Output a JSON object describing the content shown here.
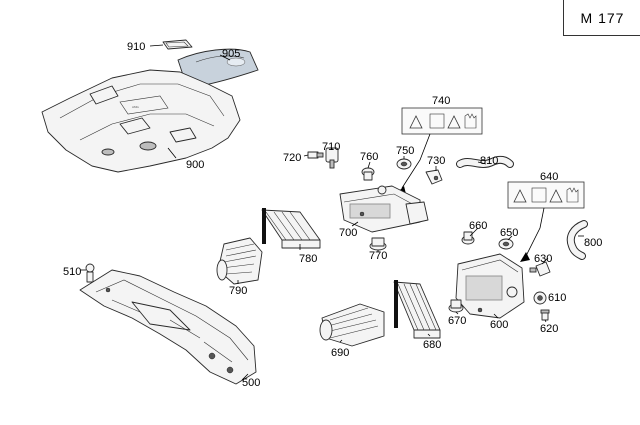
{
  "diagram": {
    "group_code": "M 177",
    "callouts": [
      {
        "id": "p910",
        "label": "910"
      },
      {
        "id": "p905",
        "label": "905"
      },
      {
        "id": "p900",
        "label": "900"
      },
      {
        "id": "p720",
        "label": "720"
      },
      {
        "id": "p710",
        "label": "710"
      },
      {
        "id": "p760",
        "label": "760"
      },
      {
        "id": "p750",
        "label": "750"
      },
      {
        "id": "p740",
        "label": "740"
      },
      {
        "id": "p730",
        "label": "730"
      },
      {
        "id": "p810",
        "label": "810"
      },
      {
        "id": "p640",
        "label": "640"
      },
      {
        "id": "p800",
        "label": "800"
      },
      {
        "id": "p700",
        "label": "700"
      },
      {
        "id": "p770",
        "label": "770"
      },
      {
        "id": "p780",
        "label": "780"
      },
      {
        "id": "p790",
        "label": "790"
      },
      {
        "id": "p660",
        "label": "660"
      },
      {
        "id": "p650",
        "label": "650"
      },
      {
        "id": "p630",
        "label": "630"
      },
      {
        "id": "p610",
        "label": "610"
      },
      {
        "id": "p620",
        "label": "620"
      },
      {
        "id": "p600",
        "label": "600"
      },
      {
        "id": "p670",
        "label": "670"
      },
      {
        "id": "p680",
        "label": "680"
      },
      {
        "id": "p690",
        "label": "690"
      },
      {
        "id": "p510",
        "label": "510"
      },
      {
        "id": "p500",
        "label": "500"
      }
    ]
  }
}
